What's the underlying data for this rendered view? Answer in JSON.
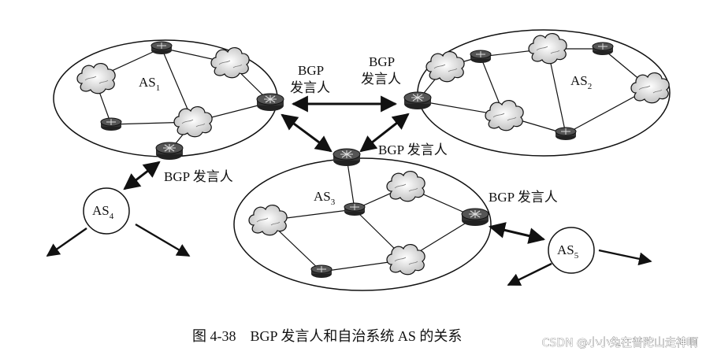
{
  "labels": {
    "as1": {
      "name": "AS",
      "sub": "1"
    },
    "as2": {
      "name": "AS",
      "sub": "2"
    },
    "as3": {
      "name": "AS",
      "sub": "3"
    },
    "as4": {
      "name": "AS",
      "sub": "4"
    },
    "as5": {
      "name": "AS",
      "sub": "5"
    },
    "speaker_as1_top_line1": "BGP",
    "speaker_as1_top_line2": "发言人",
    "speaker_as2_line1": "BGP",
    "speaker_as2_line2": "发言人",
    "speaker_as3_top": "BGP 发言人",
    "speaker_as1_bottom": "BGP 发言人",
    "speaker_as3_right": "BGP 发言人"
  },
  "caption": "图 4-38　BGP 发言人和自治系统 AS 的关系",
  "watermark": "CSDN @小小兔在普陀山走神啊"
}
